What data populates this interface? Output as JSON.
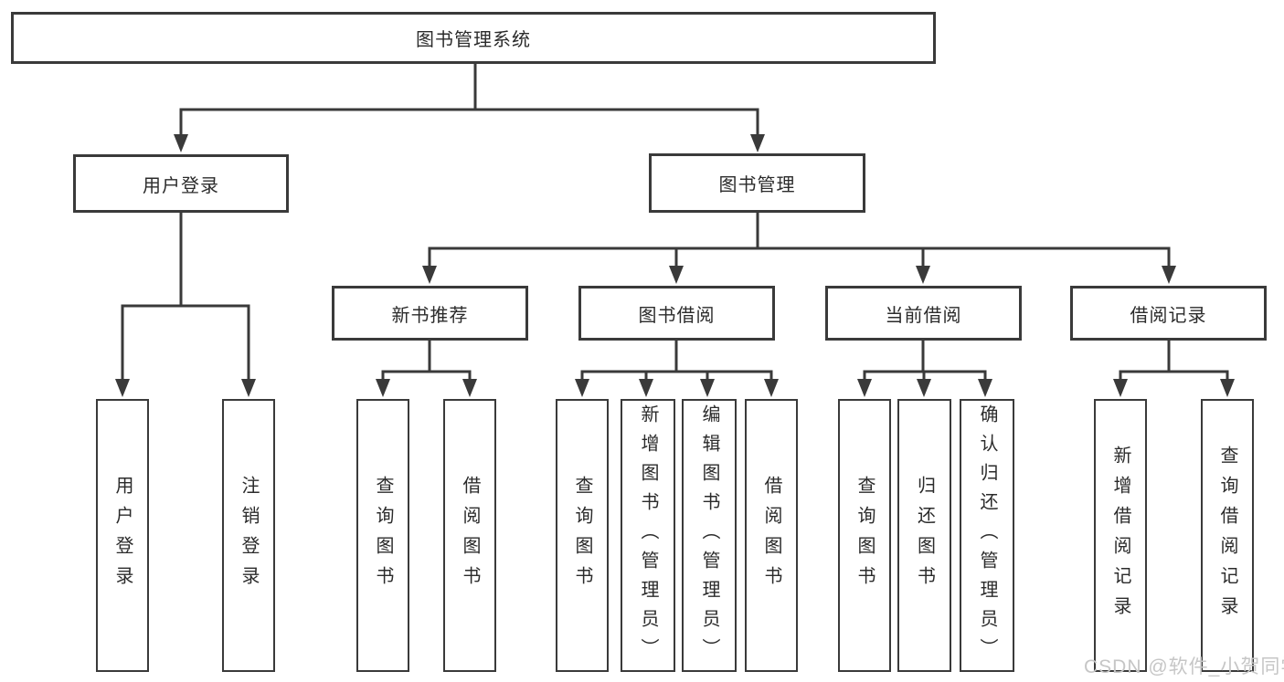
{
  "colors": {
    "line": "#3a3a3a",
    "border": "#3a3a3a",
    "text": "#2b2b2b",
    "background": "#ffffff",
    "watermark": "#c6c6c6"
  },
  "diagram": {
    "root": {
      "label": "图书管理系统"
    },
    "branches": [
      {
        "label": "用户登录",
        "children": [
          {
            "label": "用户登录"
          },
          {
            "label": "注销登录"
          }
        ]
      },
      {
        "label": "图书管理",
        "children": [
          {
            "label": "新书推荐",
            "children": [
              {
                "label": "查询图书"
              },
              {
                "label": "借阅图书"
              }
            ]
          },
          {
            "label": "图书借阅",
            "children": [
              {
                "label": "查询图书"
              },
              {
                "label": "新增图书（管理员）"
              },
              {
                "label": "编辑图书（管理员）"
              },
              {
                "label": "借阅图书"
              }
            ]
          },
          {
            "label": "当前借阅",
            "children": [
              {
                "label": "查询图书"
              },
              {
                "label": "归还图书"
              },
              {
                "label": "确认归还（管理员）"
              }
            ]
          },
          {
            "label": "借阅记录",
            "children": [
              {
                "label": "新增借阅记录"
              },
              {
                "label": "查询借阅记录"
              }
            ]
          }
        ]
      }
    ]
  },
  "watermark": {
    "text": "CSDN @软件_小贺同学"
  }
}
